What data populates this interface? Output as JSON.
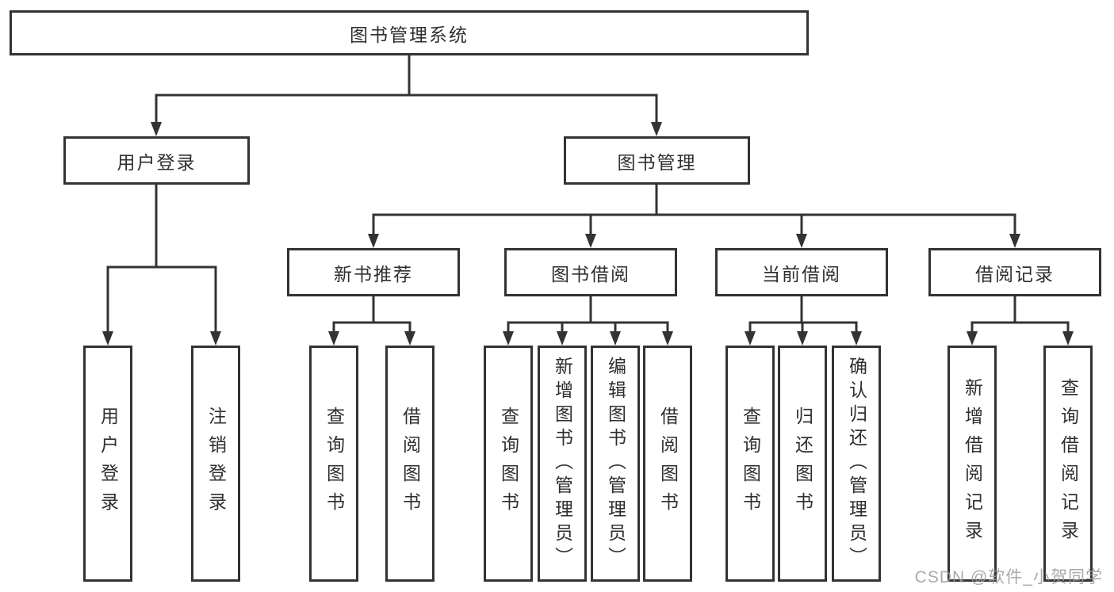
{
  "tree": {
    "label": "图书管理系统",
    "children": [
      {
        "label": "用户登录",
        "children": [
          {
            "label": "用户登录"
          },
          {
            "label": "注销登录"
          }
        ]
      },
      {
        "label": "图书管理",
        "children": [
          {
            "label": "新书推荐",
            "children": [
              {
                "label": "查询图书"
              },
              {
                "label": "借阅图书"
              }
            ]
          },
          {
            "label": "图书借阅",
            "children": [
              {
                "label": "查询图书"
              },
              {
                "label": "新增图书（管理员）"
              },
              {
                "label": "编辑图书（管理员）"
              },
              {
                "label": "借阅图书"
              }
            ]
          },
          {
            "label": "当前借阅",
            "children": [
              {
                "label": "查询图书"
              },
              {
                "label": "归还图书"
              },
              {
                "label": "确认归还（管理员）"
              }
            ]
          },
          {
            "label": "借阅记录",
            "children": [
              {
                "label": "新增借阅记录"
              },
              {
                "label": "查询借阅记录"
              }
            ]
          }
        ]
      }
    ]
  },
  "watermark": {
    "text": "CSDN @软件_小贺同学"
  },
  "colors": {
    "line": "#333333",
    "text": "#2f2f2f",
    "watermark": "#9b9b9b",
    "background": "#ffffff"
  }
}
